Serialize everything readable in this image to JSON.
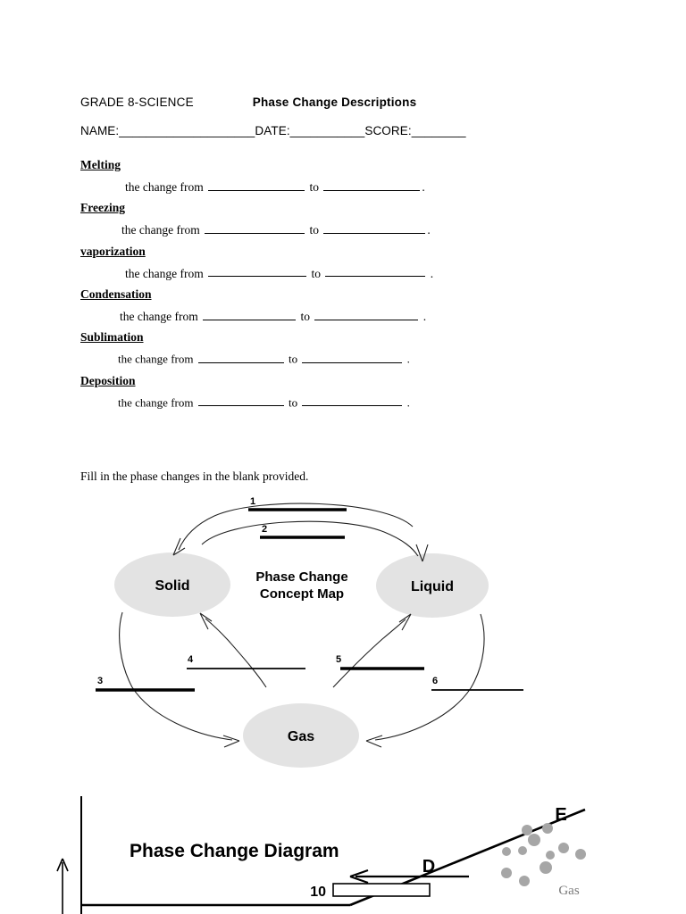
{
  "header": {
    "course": "GRADE 8-SCIENCE",
    "title": "Phase Change Descriptions",
    "fields_line": "NAME:____________________DATE:___________SCORE:________"
  },
  "terms_section": {
    "change_prefix": "the change from",
    "to_word": "to",
    "period": ".",
    "items": [
      {
        "name": "Melting",
        "prefix": "the change from",
        "to": "to",
        "end": "."
      },
      {
        "name": "Freezing",
        "prefix": "the change from",
        "to": "to",
        "end": "."
      },
      {
        "name": "vaporization",
        "prefix": "the change from",
        "to": "to",
        "end": "."
      },
      {
        "name": "Condensation",
        "prefix": "the change from",
        "to": "to",
        "end": "."
      },
      {
        "name": "Sublimation",
        "prefix": "the change from",
        "to": "to",
        "end": "."
      },
      {
        "name": "Deposition",
        "prefix": "the change from",
        "to": "to",
        "end": "."
      }
    ]
  },
  "instruction": "Fill in the phase changes in the blank provided.",
  "concept_map": {
    "title_line1": "Phase Change",
    "title_line2": "Concept Map",
    "nodes": [
      {
        "label": "Solid"
      },
      {
        "label": "Liquid"
      },
      {
        "label": "Gas"
      }
    ],
    "blanks": [
      {
        "number": "1",
        "from": "Liquid",
        "to": "Solid"
      },
      {
        "number": "2",
        "from": "Solid",
        "to": "Liquid"
      },
      {
        "number": "3",
        "from": "Solid",
        "to": "Gas"
      },
      {
        "number": "4",
        "from": "Gas",
        "to": "Solid"
      },
      {
        "number": "5",
        "from": "Gas",
        "to": "Liquid"
      },
      {
        "number": "6",
        "from": "Liquid",
        "to": "Gas"
      }
    ],
    "oval_fill": "#e3e3e3"
  },
  "phase_diagram": {
    "title": "Phase Change Diagram",
    "labels": {
      "e": "E",
      "d": "D",
      "ten": "10",
      "gas": "Gas"
    },
    "particle_color": "#a6a6a6"
  }
}
